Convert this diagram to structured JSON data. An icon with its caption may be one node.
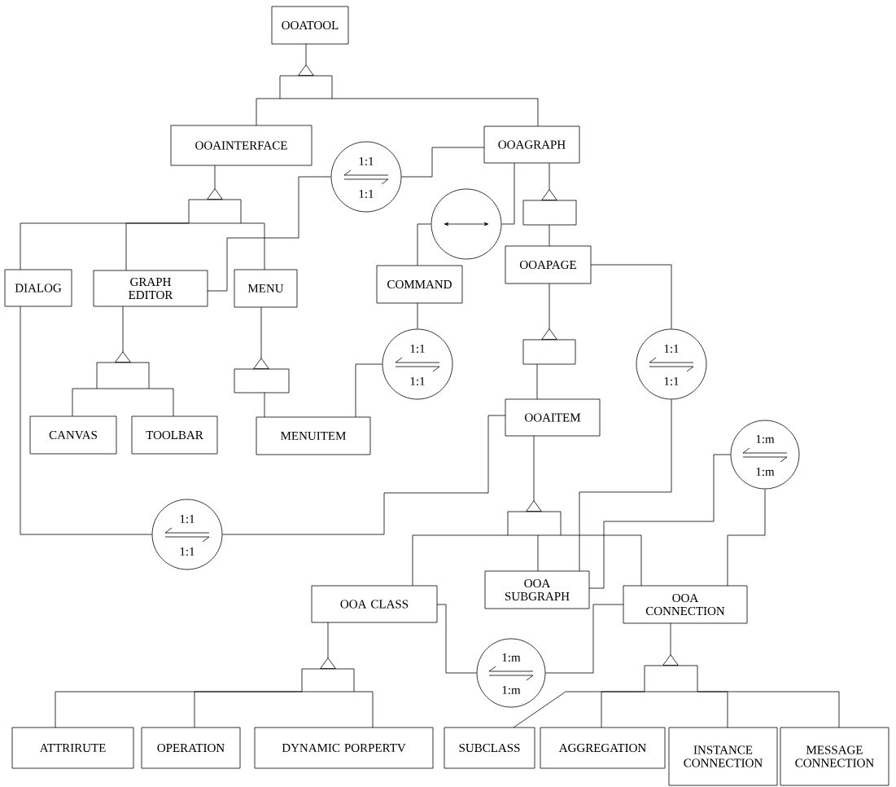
{
  "diagram": {
    "nodes": [
      {
        "text": [
          "OOATOOL"
        ]
      },
      {
        "text": [
          "OOAINTERFACE"
        ]
      },
      {
        "text": [
          "OOAGRAPH"
        ]
      },
      {
        "text": [
          "DIALOG"
        ]
      },
      {
        "text": [
          "GRAPH EDITOR"
        ]
      },
      {
        "text": [
          "MENU"
        ]
      },
      {
        "text": [
          "COMMAND"
        ]
      },
      {
        "text": [
          "OOAPAGE"
        ]
      },
      {
        "text": [
          "CANVAS"
        ]
      },
      {
        "text": [
          "TOOLBAR"
        ]
      },
      {
        "text": [
          "MENUITEM"
        ]
      },
      {
        "text": [
          "OOAITEM"
        ]
      },
      {
        "text": [
          "OOA CLASS"
        ]
      },
      {
        "text": [
          "OOA SUBGRAPH"
        ]
      },
      {
        "text": [
          "OOA CONNECTION"
        ]
      },
      {
        "text": [
          "ATTRIRUTE"
        ]
      },
      {
        "text": [
          "OPERATION"
        ]
      },
      {
        "text": [
          "DYNAMIC PORPERTV"
        ]
      },
      {
        "text": [
          "SUBCLASS"
        ]
      },
      {
        "text": [
          "AGGREGATION"
        ]
      },
      {
        "text": [
          "INSTANCE CONNECTION"
        ]
      },
      {
        "text": [
          "MESSAGE CONNECTION"
        ]
      },
      {
        "text": [
          "1:1",
          "1:1"
        ]
      },
      {
        "text": [],
        "shape": "circle"
      },
      {
        "text": [
          "1:1",
          "1:1"
        ]
      },
      {
        "text": [
          "1:1",
          "1:1"
        ]
      },
      {
        "text": [
          "1:m",
          "1:m"
        ]
      },
      {
        "text": [
          "1:1",
          "1:1"
        ]
      },
      {
        "text": [
          "1:m",
          "1:m"
        ]
      },
      {
        "text": [],
        "shape": "box"
      },
      {
        "text": [],
        "shape": "box"
      },
      {
        "text": [],
        "shape": "box"
      },
      {
        "text": [],
        "shape": "box"
      },
      {
        "text": [],
        "shape": "box"
      },
      {
        "text": [],
        "shape": "box"
      },
      {
        "text": [],
        "shape": "box"
      },
      {
        "text": [],
        "shape": "box"
      },
      {
        "text": [],
        "shape": "box"
      }
    ],
    "edges": [
      {
        "from": 29,
        "to": 0,
        "arrow": "other"
      },
      {
        "from": 30,
        "to": 1,
        "arrow": "other"
      },
      {
        "from": 31,
        "to": 2,
        "arrow": "other"
      },
      {
        "from": 32,
        "to": 7,
        "arrow": "other"
      },
      {
        "from": 33,
        "to": 4,
        "arrow": "other"
      },
      {
        "from": 34,
        "to": 5,
        "arrow": "other"
      },
      {
        "from": 35,
        "to": 11,
        "arrow": "other"
      },
      {
        "from": 36,
        "to": 14,
        "arrow": "other"
      },
      {
        "from": 37,
        "to": 12,
        "arrow": "other"
      },
      {
        "from": 29,
        "to": 1,
        "arrow": "none"
      },
      {
        "from": 29,
        "to": 2,
        "arrow": "none"
      },
      {
        "from": 30,
        "to": 3,
        "arrow": "none"
      },
      {
        "from": 30,
        "to": 4,
        "arrow": "none"
      },
      {
        "from": 30,
        "to": 5,
        "arrow": "none"
      },
      {
        "from": 31,
        "to": 7,
        "arrow": "none"
      },
      {
        "from": 32,
        "to": 11,
        "arrow": "none"
      },
      {
        "from": 33,
        "to": 8,
        "arrow": "none"
      },
      {
        "from": 33,
        "to": 9,
        "arrow": "none"
      },
      {
        "from": 34,
        "to": 10,
        "arrow": "none"
      },
      {
        "from": 35,
        "to": 12,
        "arrow": "none"
      },
      {
        "from": 35,
        "to": 13,
        "arrow": "none"
      },
      {
        "from": 35,
        "to": 14,
        "arrow": "none"
      },
      {
        "from": 37,
        "to": 15,
        "arrow": "none"
      },
      {
        "from": 37,
        "to": 16,
        "arrow": "none"
      },
      {
        "from": 37,
        "to": 17,
        "arrow": "none"
      },
      {
        "from": 36,
        "to": 18,
        "arrow": "none"
      },
      {
        "from": 36,
        "to": 19,
        "arrow": "none"
      },
      {
        "from": 36,
        "to": 20,
        "arrow": "none"
      },
      {
        "from": 36,
        "to": 21,
        "arrow": "none"
      },
      {
        "from": 22,
        "to": 4,
        "arrow": "none"
      },
      {
        "from": 22,
        "to": 2,
        "arrow": "none"
      },
      {
        "from": 23,
        "to": 2,
        "arrow": "none"
      },
      {
        "from": 23,
        "to": 6,
        "arrow": "none"
      },
      {
        "from": 24,
        "to": 6,
        "arrow": "none"
      },
      {
        "from": 24,
        "to": 10,
        "arrow": "none"
      },
      {
        "from": 25,
        "to": 7,
        "arrow": "none"
      },
      {
        "from": 25,
        "to": 13,
        "arrow": "none"
      },
      {
        "from": 26,
        "to": 13,
        "arrow": "none"
      },
      {
        "from": 26,
        "to": 14,
        "arrow": "none"
      },
      {
        "from": 27,
        "to": 3,
        "arrow": "none"
      },
      {
        "from": 27,
        "to": 11,
        "arrow": "none"
      },
      {
        "from": 28,
        "to": 12,
        "arrow": "none"
      },
      {
        "from": 28,
        "to": 14,
        "arrow": "none"
      }
    ]
  }
}
